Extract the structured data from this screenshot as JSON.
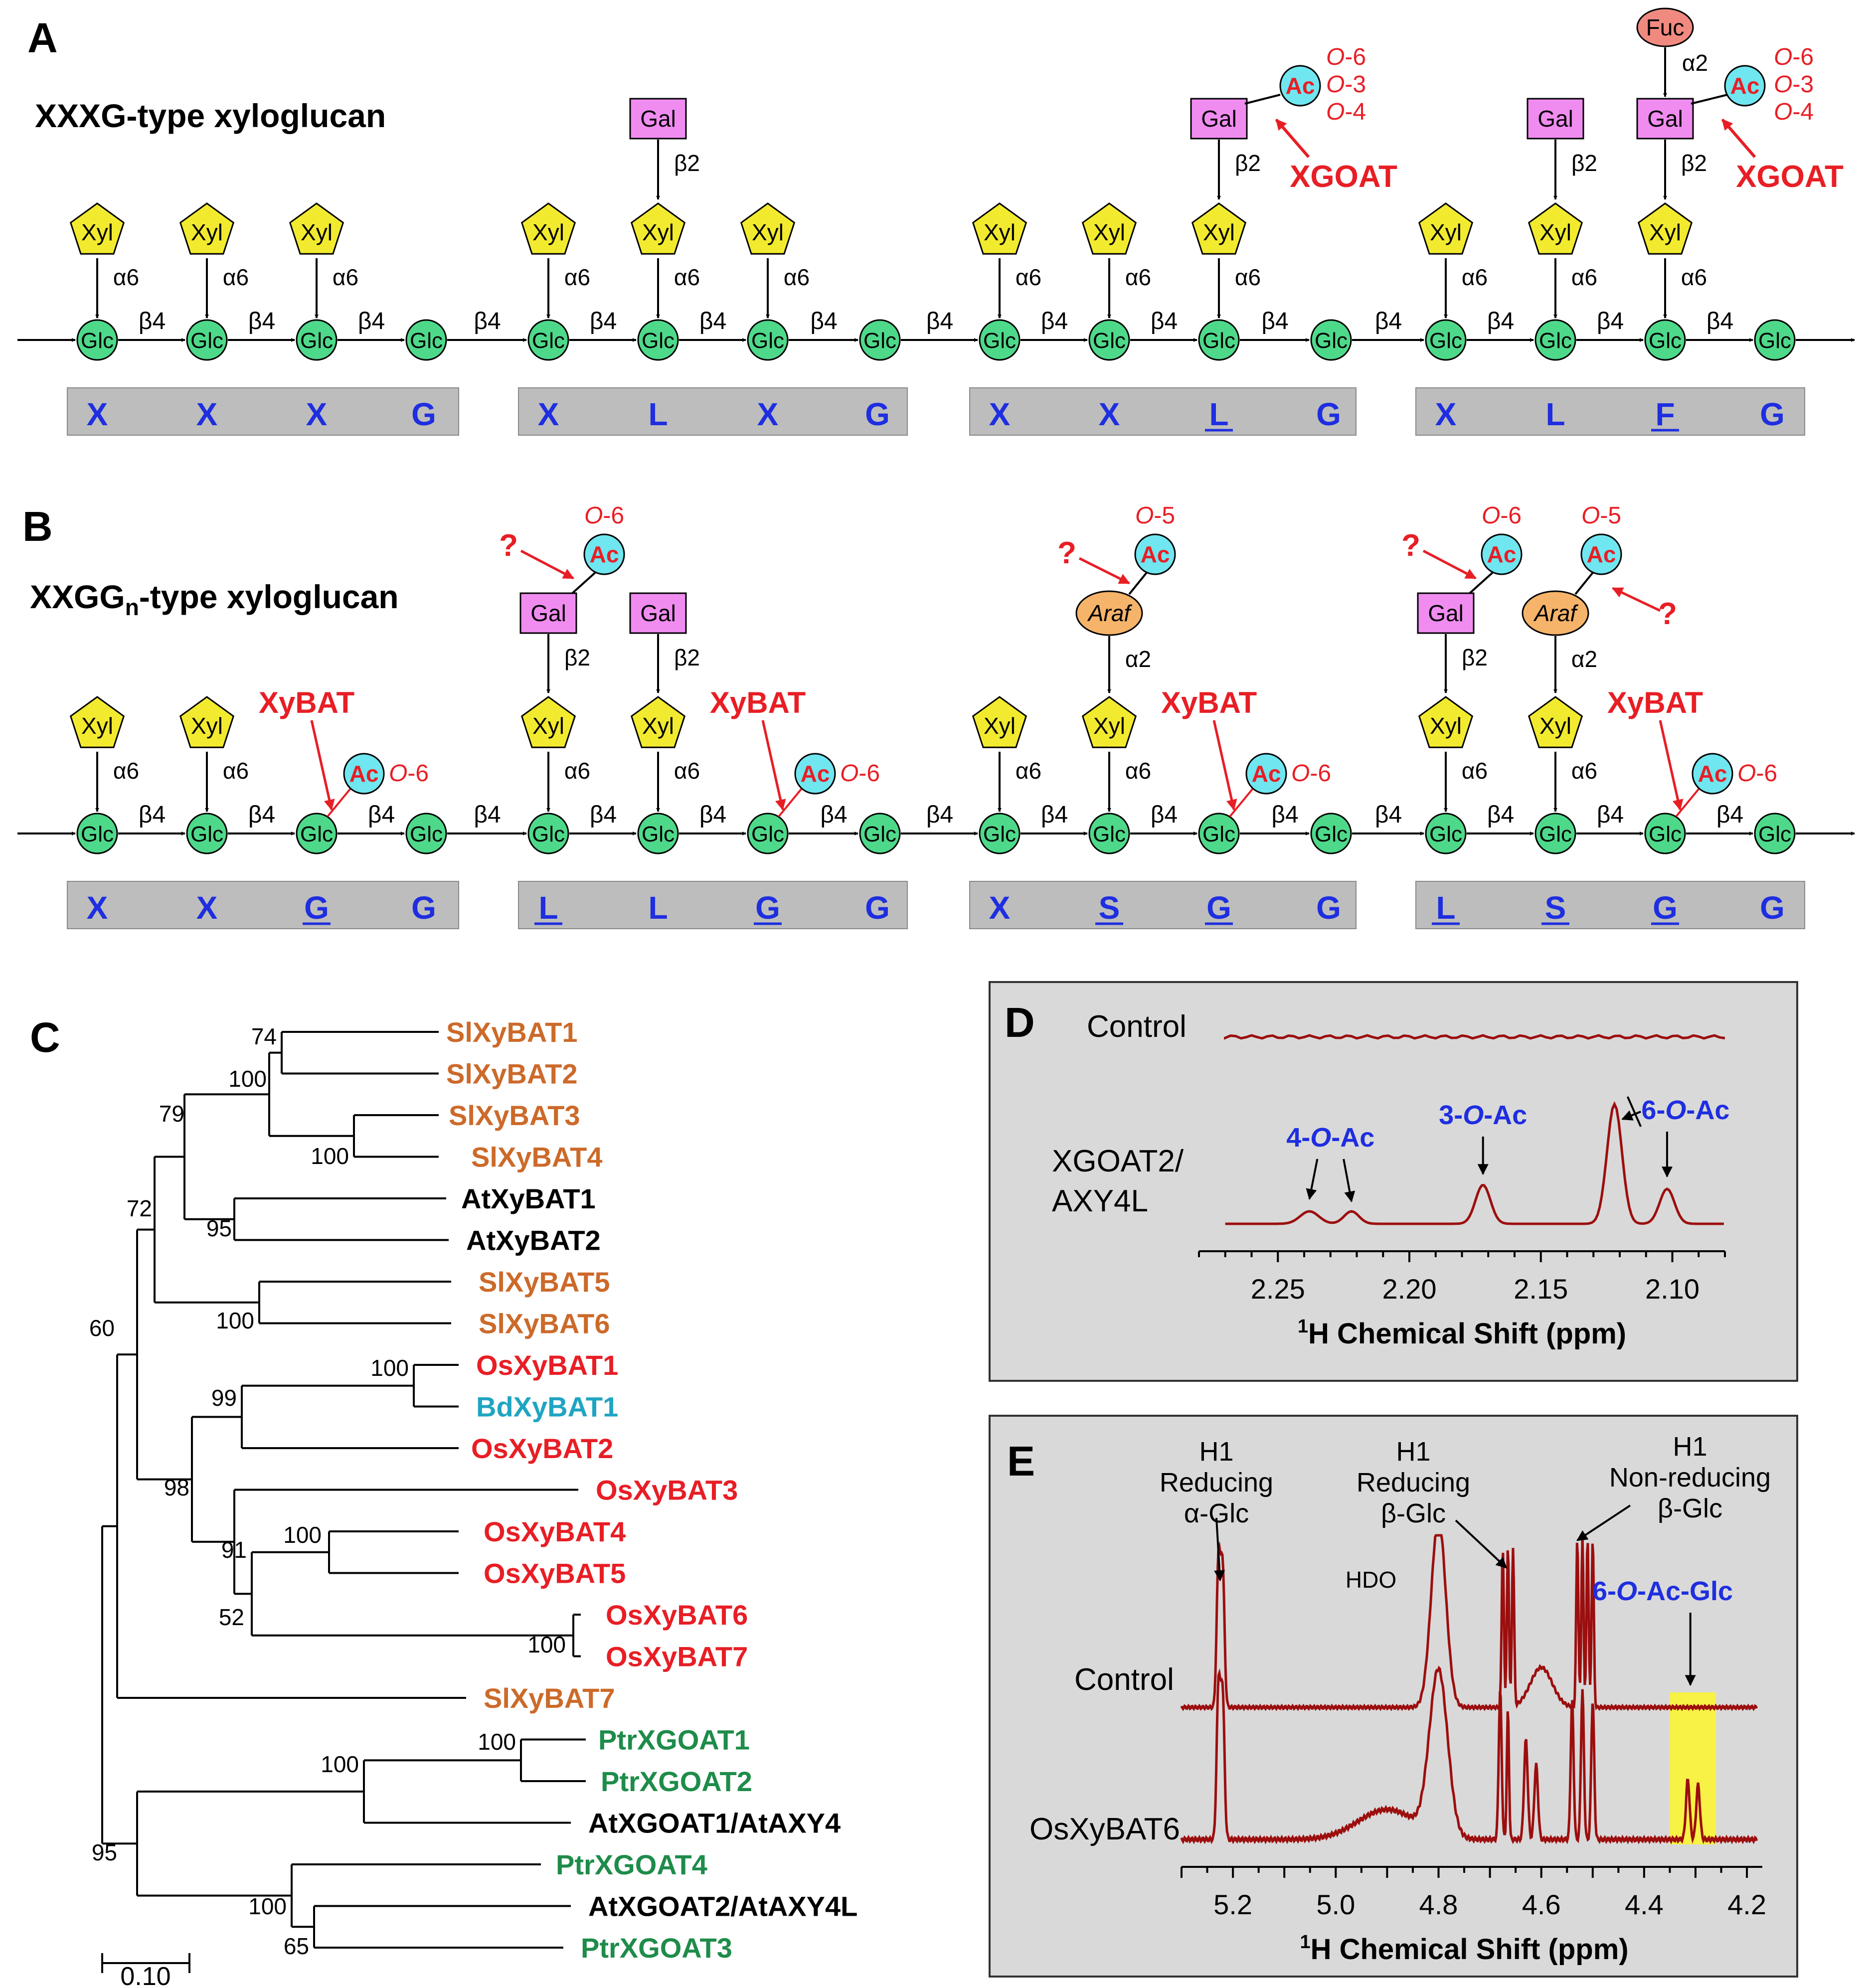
{
  "panels": {
    "a": "A",
    "b": "B",
    "c": "C",
    "d": "D",
    "e": "E"
  },
  "colors": {
    "glc": "#4ED98A",
    "xyl": "#F2EA2E",
    "gal": "#F08CF0",
    "fuc": "#F08A80",
    "araf": "#F5B46A",
    "ac": "#6FE6F0",
    "red": "#E81E25",
    "blue": "#1E2EE0",
    "gray": "#BDBDBD",
    "dark_red": "#9C0E0E",
    "brown": "#CC6A2A",
    "green": "#1E8C4A",
    "teal": "#1FA5C2",
    "yellow": "#F7F245"
  },
  "panel_a": {
    "title": "XXXG-type xyloglucan",
    "blocks": [
      {
        "letters": [
          "X",
          "X",
          "X",
          "G"
        ],
        "underline": [
          false,
          false,
          false,
          false
        ]
      },
      {
        "letters": [
          "X",
          "L",
          "X",
          "G"
        ],
        "underline": [
          false,
          false,
          false,
          false
        ]
      },
      {
        "letters": [
          "X",
          "X",
          "L",
          "G"
        ],
        "underline": [
          false,
          false,
          true,
          false
        ]
      },
      {
        "letters": [
          "X",
          "L",
          "F",
          "G"
        ],
        "underline": [
          false,
          false,
          true,
          false
        ]
      }
    ],
    "xgoat_label": "XGOAT",
    "o_positions": [
      "O-6",
      "O-3",
      "O-4"
    ]
  },
  "panel_b": {
    "title_prefix": "XXGG",
    "title_sub": "n",
    "title_suffix": "-type xyloglucan",
    "blocks": [
      {
        "letters": [
          "X",
          "X",
          "G",
          "G"
        ],
        "underline": [
          false,
          false,
          true,
          false
        ]
      },
      {
        "letters": [
          "L",
          "L",
          "G",
          "G"
        ],
        "underline": [
          true,
          false,
          true,
          false
        ]
      },
      {
        "letters": [
          "X",
          "S",
          "G",
          "G"
        ],
        "underline": [
          false,
          true,
          true,
          false
        ]
      },
      {
        "letters": [
          "L",
          "S",
          "G",
          "G"
        ],
        "underline": [
          true,
          true,
          true,
          false
        ]
      }
    ],
    "xybat_label": "XyBAT",
    "o6": "O-6",
    "o5": "O-5",
    "question": "?"
  },
  "sugars": {
    "glc": "Glc",
    "xyl": "Xyl",
    "gal": "Gal",
    "fuc": "Fuc",
    "araf": "Araf",
    "ac": "Ac"
  },
  "linkages": {
    "b4": "β4",
    "a6": "α6",
    "b2": "β2",
    "a2": "α2"
  },
  "panel_c": {
    "scale_label": "0.10",
    "leaves": [
      {
        "name": "SlXyBAT1",
        "color": "#CC6A2A"
      },
      {
        "name": "SlXyBAT2",
        "color": "#CC6A2A"
      },
      {
        "name": "SlXyBAT3",
        "color": "#CC6A2A"
      },
      {
        "name": "SlXyBAT4",
        "color": "#CC6A2A"
      },
      {
        "name": "AtXyBAT1",
        "color": "#000000"
      },
      {
        "name": "AtXyBAT2",
        "color": "#000000"
      },
      {
        "name": "SlXyBAT5",
        "color": "#CC6A2A"
      },
      {
        "name": "SlXyBAT6",
        "color": "#CC6A2A"
      },
      {
        "name": "OsXyBAT1",
        "color": "#E81E25"
      },
      {
        "name": "BdXyBAT1",
        "color": "#1FA5C2"
      },
      {
        "name": "OsXyBAT2",
        "color": "#E81E25"
      },
      {
        "name": "OsXyBAT3",
        "color": "#E81E25"
      },
      {
        "name": "OsXyBAT4",
        "color": "#E81E25"
      },
      {
        "name": "OsXyBAT5",
        "color": "#E81E25"
      },
      {
        "name": "OsXyBAT6",
        "color": "#E81E25"
      },
      {
        "name": "OsXyBAT7",
        "color": "#E81E25"
      },
      {
        "name": "SlXyBAT7",
        "color": "#CC6A2A"
      },
      {
        "name": "PtrXGOAT1",
        "color": "#1E8C4A"
      },
      {
        "name": "PtrXGOAT2",
        "color": "#1E8C4A"
      },
      {
        "name": "AtXGOAT1/AtAXY4",
        "color": "#000000"
      },
      {
        "name": "PtrXGOAT4",
        "color": "#1E8C4A"
      },
      {
        "name": "AtXGOAT2/AtAXY4L",
        "color": "#000000"
      },
      {
        "name": "PtrXGOAT3",
        "color": "#1E8C4A"
      }
    ],
    "bootstraps": [
      "74",
      "100",
      "100",
      "79",
      "95",
      "72",
      "100",
      "60",
      "100",
      "99",
      "100",
      "98",
      "91",
      "52",
      "100",
      "100",
      "100",
      "95",
      "100",
      "65"
    ]
  },
  "panel_d": {
    "control_label": "Control",
    "sample_label_1": "XGOAT2/",
    "sample_label_2": "AXY4L",
    "peaks": [
      "4-O-Ac",
      "3-O-Ac",
      "6-O-Ac"
    ],
    "x_ticks": [
      "2.25",
      "2.20",
      "2.15",
      "2.10"
    ],
    "xlabel": "1H Chemical Shift (ppm)"
  },
  "panel_e": {
    "control_label": "Control",
    "sample_label": "OsXyBAT6",
    "hdo": "HDO",
    "ann_alpha": [
      "H1",
      "Reducing",
      "α-Glc"
    ],
    "ann_beta_red": [
      "H1",
      "Reducing",
      "β-Glc"
    ],
    "ann_beta_nonred": [
      "H1",
      "Non-reducing",
      "β-Glc"
    ],
    "ann_ac": "6-O-Ac-Glc",
    "x_ticks": [
      "5.2",
      "5.0",
      "4.8",
      "4.6",
      "4.4",
      "4.2"
    ],
    "xlabel": "1H Chemical Shift (ppm)"
  }
}
